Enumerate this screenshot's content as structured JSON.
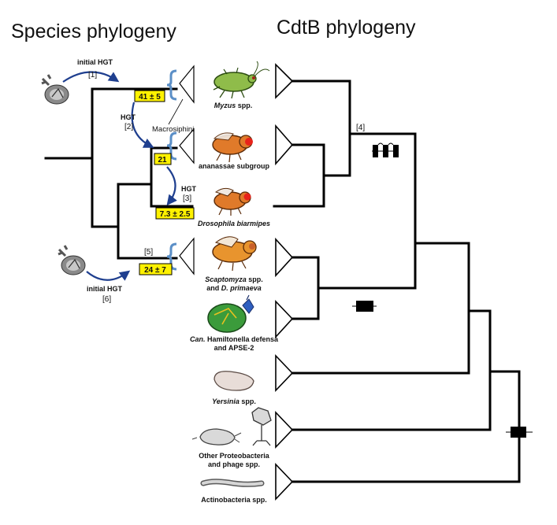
{
  "titles": {
    "left": "Species phylogeny",
    "right": "CdtB phylogeny"
  },
  "events": {
    "hgt1_label": "initial HGT",
    "hgt1_ref": "[1]",
    "hgt2_label": "HGT",
    "hgt2_ref": "[2]",
    "hgt3_label": "HGT",
    "hgt3_ref": "[3]",
    "hgt6_label": "initial HGT",
    "hgt6_ref": "[6]",
    "ref4": "[4]",
    "ref5": "[5]"
  },
  "badges": {
    "myzus": "41 ± 5",
    "ananassae": "21",
    "biarmipes": "7.3 ± 2.5",
    "scaptomyza": "24 ± 7"
  },
  "clade_label": "Macrosiphini",
  "taxa": {
    "myzus_italic": "Myzus",
    "myzus_rest": " spp.",
    "ananassae": "ananassae subgroup",
    "biarmipes": "Drosophila biarmipes",
    "scapto_italic": "Scaptomyza",
    "scapto_rest": " spp.",
    "scapto_line2a": "and ",
    "scapto_line2b": "D. primaeva",
    "hamilton_italic": "Can.",
    "hamilton_rest": " Hamiltonella defensa",
    "hamilton_line2": "and APSE-2",
    "yersinia_italic": "Yersinia",
    "yersinia_rest": " spp.",
    "proteo_line1": "Other Proteobacteria",
    "proteo_line2": "and phage spp.",
    "actino": "Actinobacteria spp."
  },
  "colors": {
    "arrow": "#1f3f8f",
    "badge": "#fff200",
    "bracket": "#5b8fc7",
    "fly_body": "#e07a2a",
    "fly_eye": "#e8231b",
    "aphid": "#8fbc4a",
    "hamiltonella": "#3b9b3b",
    "phage": "#2f5fbf"
  }
}
